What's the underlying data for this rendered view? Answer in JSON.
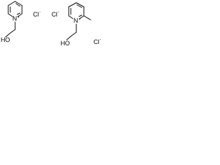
{
  "molecules": [
    {
      "name": "pyridinium-ethanol",
      "ring_atom": "N",
      "ring_charge": "+",
      "hydroxyl": "HO",
      "counterion": "Cl",
      "counterion_charge": "-"
    },
    {
      "name": "methylpyridinium-ethanol",
      "ring_atom": "N",
      "ring_charge": "+",
      "hydroxyl": "HO",
      "counterion": "Cl",
      "counterion_charge": "-"
    }
  ]
}
